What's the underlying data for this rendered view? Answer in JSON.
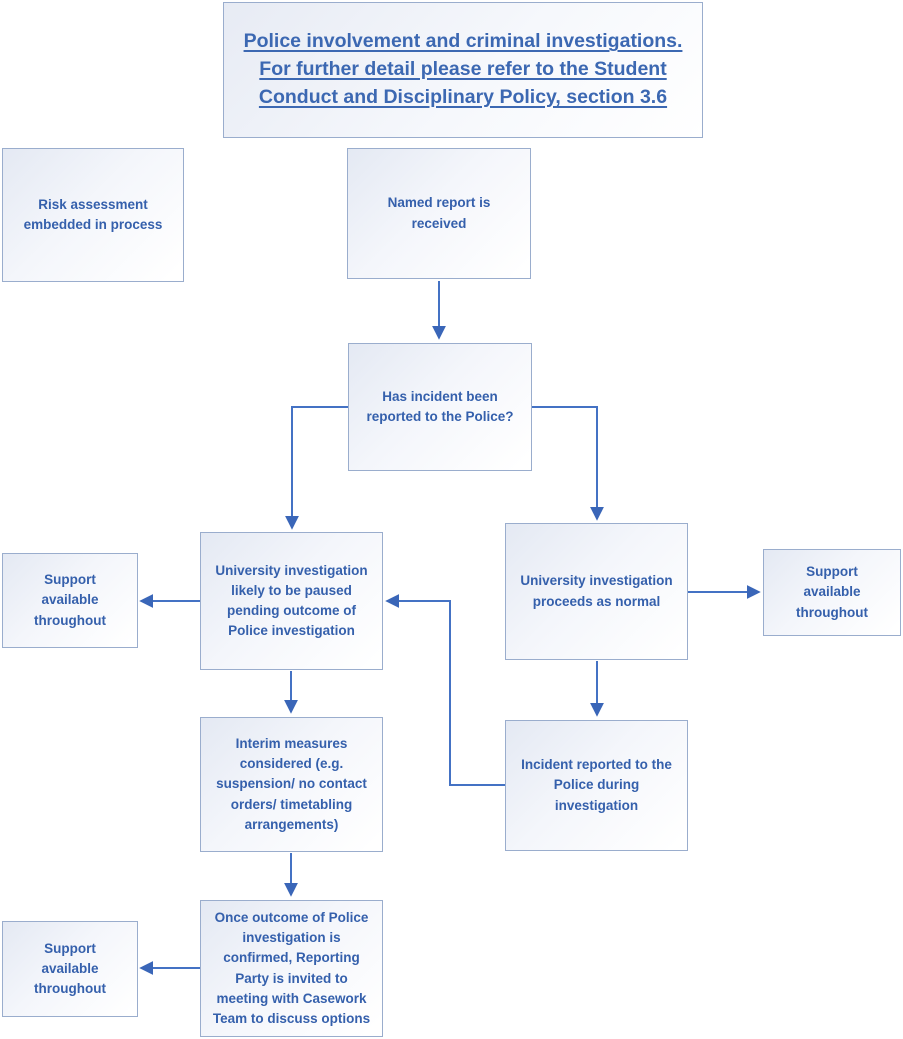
{
  "title": {
    "text": "Police involvement and criminal investigations. For further detail please refer to the Student Conduct and Disciplinary Policy, section 3.6"
  },
  "nodes": {
    "risk_assessment": {
      "text": "Risk assessment embedded in process"
    },
    "named_report": {
      "text": "Named report is received"
    },
    "has_incident": {
      "text": "Has incident been reported to the Police?"
    },
    "paused": {
      "text": "University investigation likely to be paused pending outcome of Police investigation"
    },
    "proceeds": {
      "text": "University investigation proceeds as normal"
    },
    "support_left": {
      "text": "Support available throughout"
    },
    "support_right": {
      "text": "Support available throughout"
    },
    "interim": {
      "text": "Interim measures considered (e.g. suspension/ no contact orders/ timetabling arrangements)"
    },
    "incident_during": {
      "text": "Incident reported to the Police during investigation"
    },
    "once_outcome": {
      "text": "Once outcome of Police investigation is confirmed, Reporting Party is invited to meeting with Casework Team to discuss options"
    },
    "support_bottom": {
      "text": "Support available throughout"
    }
  },
  "edges": [
    {
      "from": "named_report",
      "to": "has_incident"
    },
    {
      "from": "has_incident",
      "to": "paused"
    },
    {
      "from": "has_incident",
      "to": "proceeds"
    },
    {
      "from": "paused",
      "to": "support_left"
    },
    {
      "from": "proceeds",
      "to": "support_right"
    },
    {
      "from": "paused",
      "to": "interim"
    },
    {
      "from": "proceeds",
      "to": "incident_during"
    },
    {
      "from": "incident_during",
      "to": "paused"
    },
    {
      "from": "interim",
      "to": "once_outcome"
    },
    {
      "from": "once_outcome",
      "to": "support_bottom"
    }
  ],
  "colors": {
    "connector": "#4472c4",
    "arrowhead": "#3a66b8",
    "box_border": "#9aadcd",
    "box_fill_top": "#e4e9f3",
    "text": "#3560ac",
    "title_text": "#3c68b2"
  }
}
